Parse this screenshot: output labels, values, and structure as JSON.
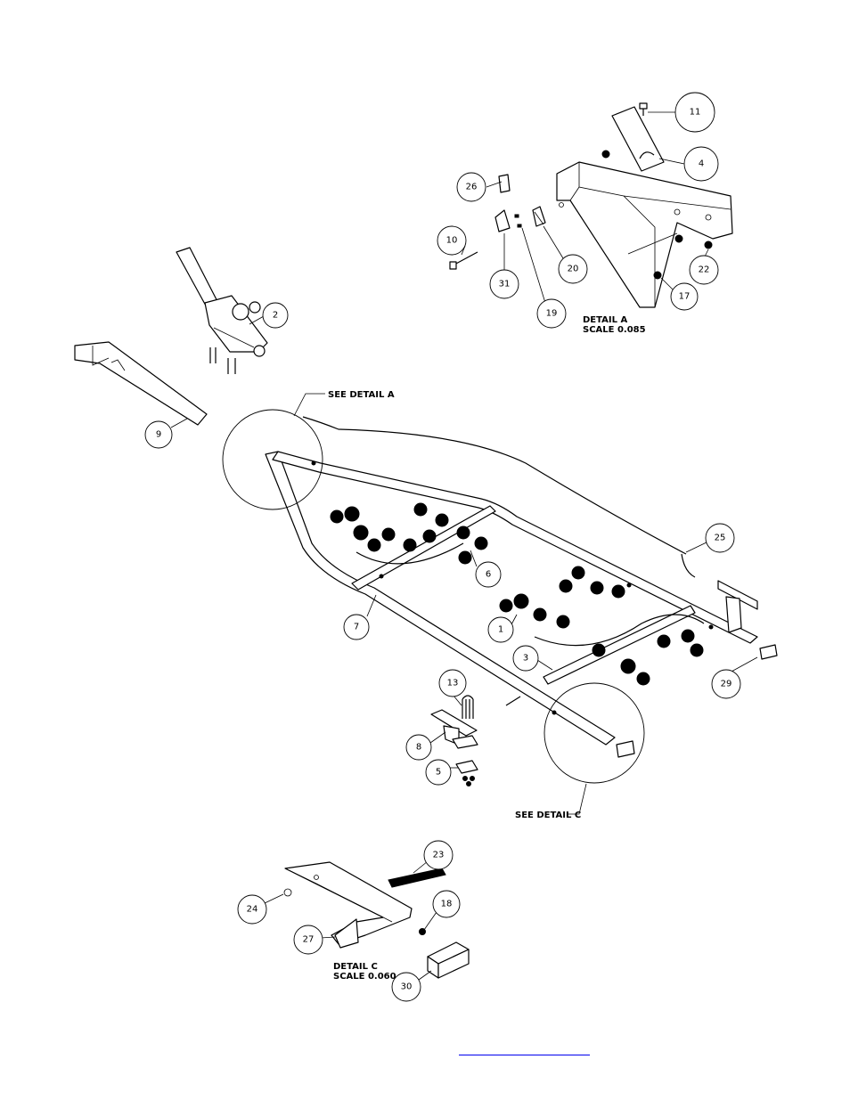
{
  "balloons": [
    "11",
    "4",
    "26",
    "10",
    "31",
    "19",
    "20",
    "22",
    "17",
    "2",
    "9",
    "25",
    "6",
    "7",
    "1",
    "3",
    "29",
    "13",
    "8",
    "5",
    "23",
    "24",
    "18",
    "27",
    "30"
  ],
  "detail_a_label": "DETAIL  A",
  "detail_a_scale": "SCALE  0.085",
  "see_detail_a": "SEE DETAIL  A",
  "see_detail_c": "SEE DETAIL  C",
  "detail_c_label": "DETAIL  C",
  "detail_c_scale": "SCALE  0.060",
  "footer_link_text": ""
}
